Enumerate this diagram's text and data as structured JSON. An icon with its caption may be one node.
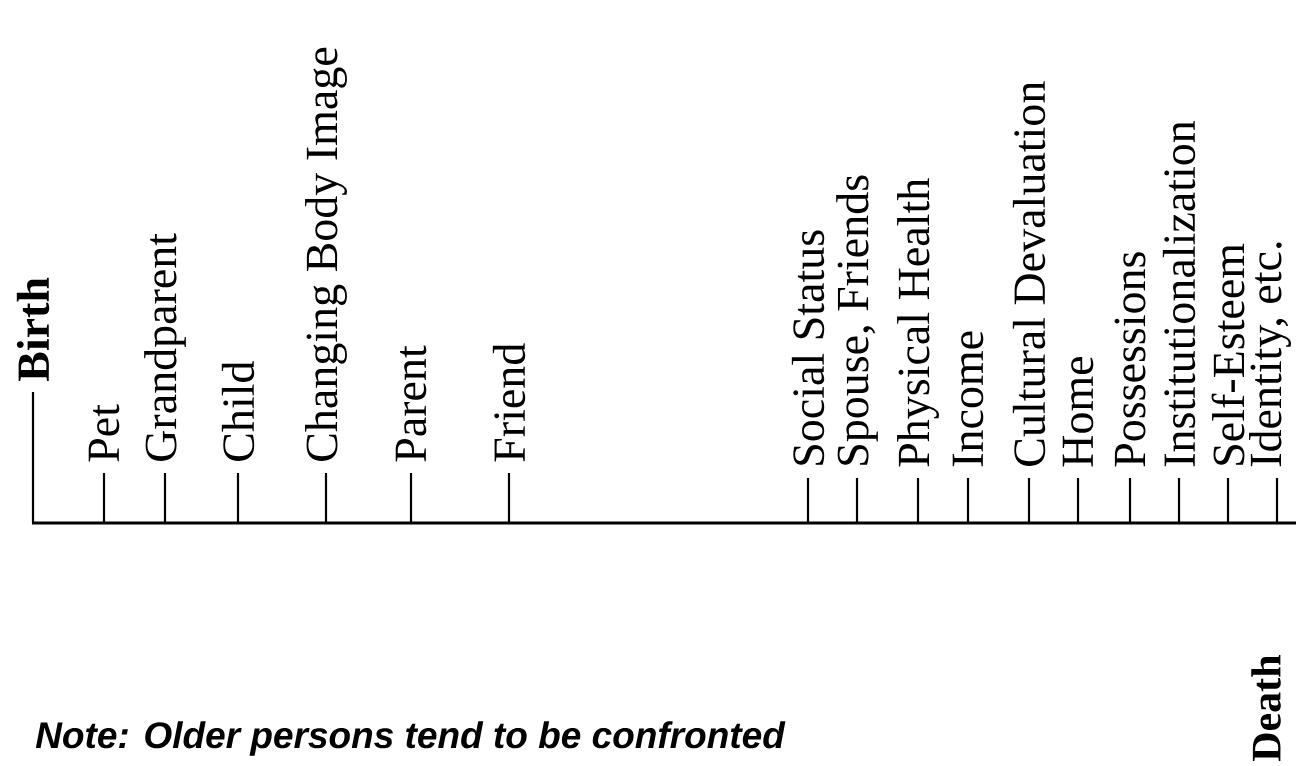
{
  "diagram": {
    "labels": [
      "Birth",
      "Pet",
      "Grandparent",
      "Child",
      "Changing Body Image",
      "Parent",
      "Friend",
      "Social Status",
      "Spouse, Friends",
      "Physical Health",
      "Income",
      "Cultural Devaluation",
      "Home",
      "Possessions",
      "Institutionalization",
      "Self-Esteem",
      "Identity, etc.",
      "Death",
      "Note:  Older persons tend to be confronted"
    ]
  }
}
